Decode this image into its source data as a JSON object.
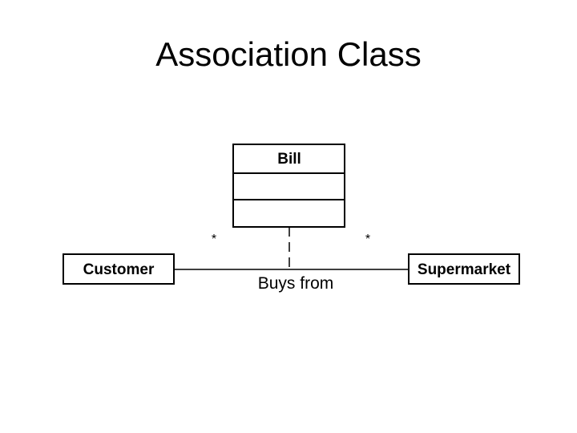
{
  "slide": {
    "title": "Association Class"
  },
  "diagram": {
    "association_class": {
      "name": "Bill"
    },
    "classes": [
      {
        "name": "Customer"
      },
      {
        "name": "Supermarket"
      }
    ],
    "association": {
      "label": "Buys from",
      "multiplicity_left": "*",
      "multiplicity_right": "*"
    }
  }
}
